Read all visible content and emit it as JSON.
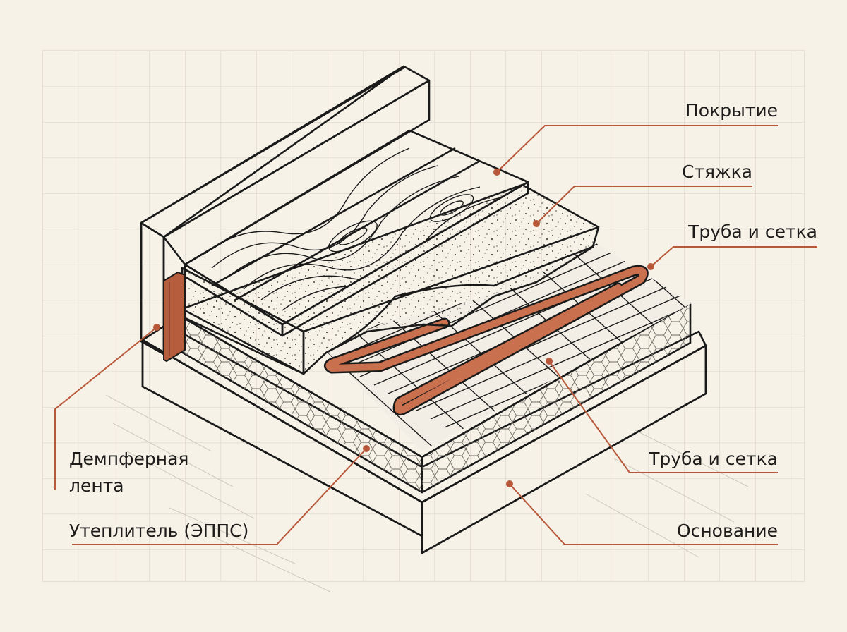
{
  "colors": {
    "background": "#f6f2e8",
    "grid": "#dcd7cc",
    "outline": "#1a1a1a",
    "accent": "#b8583a",
    "pipe": "#c9704f",
    "damper_tape": "#b55d3d",
    "insulation": "#e8e4da",
    "screed": "#f1ece1",
    "wood": "#f7f4ec",
    "slab": "#fbf9f4"
  },
  "labels": {
    "covering": "Покрытие",
    "screed": "Стяжка",
    "pipe_mesh_upper": "Труба и сетка",
    "pipe_mesh_lower": "Труба и сетка",
    "damper_tape": "Демпферная\nлента",
    "insulation": "Утеплитель (ЭППС)",
    "base": "Основание"
  }
}
